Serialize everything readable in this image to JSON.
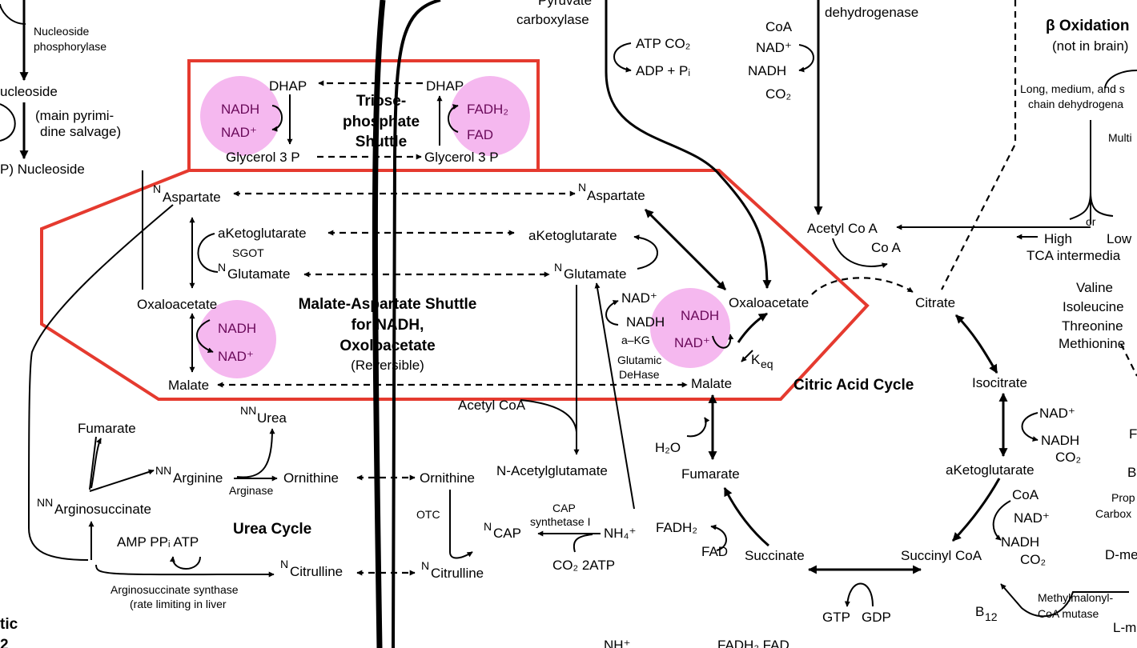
{
  "nodes": {
    "nucleoside_phosphorylase": [
      "Nucleoside",
      "phosphorylase"
    ],
    "nucleoside_top": "ucleoside",
    "pyrimidine_salvage": [
      "(main pyrimi-",
      "dine salvage)"
    ],
    "p_nucleoside": "P) Nucleoside",
    "pyruvate_carboxylase": [
      "Pyruvate",
      "carboxylase"
    ],
    "atp_co2": "ATP CO₂",
    "adp_pi": "ADP + Pᵢ",
    "dehydrogenase": "dehydrogenase",
    "coa_top": "CoA",
    "nad_plus_top": "NAD⁺",
    "nadh_top": "NADH",
    "co2_top": "CO₂",
    "beta_oxidation": "β Oxidation",
    "not_in_brain": "(not in brain)",
    "long_medium": "Long, medium, and s",
    "chain_dehydrogenase": "chain dehydrogena",
    "multi": "Multi",
    "dhap_left": "DHAP",
    "dhap_right": "DHAP",
    "nadh_g3p": "NADH",
    "nad_g3p": "NAD⁺",
    "fadh2_g3p": "FADH₂",
    "fad_g3p": "FAD",
    "triose_title": [
      "Triose-",
      "phosphate",
      "Shuttle"
    ],
    "glycerol3p_left": "Glycerol 3 P",
    "glycerol3p_right": "Glycerol 3 P",
    "aspartate_left": "Aspartate",
    "aspartate_right": "Aspartate",
    "akg_left": "aKetoglutarate",
    "akg_right": "aKetoglutarate",
    "sgot": "SGOT",
    "glutamate_left": "Glutamate",
    "glutamate_right": "Glutamate",
    "oxaloacetate_left": "Oxaloacetate",
    "nadh_mal": "NADH",
    "nad_mal": "NAD⁺",
    "malate_left": "Malate",
    "mas_title": [
      "Malate-Aspartate Shuttle",
      "for NADH,",
      "Oxoloacetate"
    ],
    "reversible": "(Reversible)",
    "nad_glu": "NAD⁺",
    "nadh_glu": "NADH",
    "akg_glu": "a–KG",
    "glutamic_dehase": [
      "Glutamic",
      "DeHase"
    ],
    "nadh_cac": "NADH",
    "nad_cac": "NAD⁺",
    "oxaloacetate_right": "Oxaloacetate",
    "keq": "K",
    "keq_sub": "eq",
    "malate_right": "Malate",
    "acetyl_coa_right": "Acetyl Co A",
    "coa_release": "Co A",
    "high": "High",
    "low": "Low",
    "or": "or",
    "tca_intermediates": "TCA intermedia",
    "citrate": "Citrate",
    "valine": "Valine",
    "isoleucine": "Isoleucine",
    "threonine": "Threonine",
    "methionine": "Methionine",
    "cac_title": "Citric Acid Cycle",
    "isocitrate": "Isocitrate",
    "nad_iso": "NAD⁺",
    "nadh_iso": "NADH",
    "co2_iso": "CO₂",
    "akg_cac": "aKetoglutarate",
    "coa_akg": "CoA",
    "nad_akg": "NAD⁺",
    "nadh_akg": "NADH",
    "co2_akg": "CO₂",
    "succinyl_coa": "Succinyl CoA",
    "succinate": "Succinate",
    "fumarate_cac": "Fumarate",
    "h2o": "H₂O",
    "fadh2_cac": "FADH₂",
    "fad_cac": "FAD",
    "gtp": "GTP",
    "gdp": "GDP",
    "b12": "B",
    "b12_sub": "12",
    "methylmalonyl": [
      "Methylmalonyl-",
      "CoA mutase"
    ],
    "l_m": "L-m",
    "d_me": "D-me",
    "prop_carbox": [
      "Prop",
      "Carbox"
    ],
    "f_right": "F",
    "b_right": "B",
    "acetyl_coa_mid": "Acetyl CoA",
    "n_acetylglutamate": "N-Acetylglutamate",
    "fumarate_urea": "Fumarate",
    "urea": "Urea",
    "arginine": "Arginine",
    "arginase": "Arginase",
    "ornithine_left": "Ornithine",
    "ornithine_right": "Ornithine",
    "argininosuccinate": "Arginosuccinate",
    "urea_cycle": "Urea Cycle",
    "amp_ppi_atp": "AMP PPᵢ  ATP",
    "citrulline_left": "Citrulline",
    "citrulline_right": "Citrulline",
    "arg_synthase": [
      "Arginosuccinate synthase",
      "(rate limiting in liver"
    ],
    "otc": "OTC",
    "cap": "CAP",
    "cap_synthetase": [
      "CAP",
      "synthetase I"
    ],
    "nh4": "NH₄⁺",
    "co2_2atp": "CO₂ 2ATP",
    "tic": "tic",
    "sup_n": "N",
    "sup_nn": "NN",
    "bottom_fragments": [
      "2",
      "NH⁺",
      "FADH₂ FAD"
    ]
  }
}
